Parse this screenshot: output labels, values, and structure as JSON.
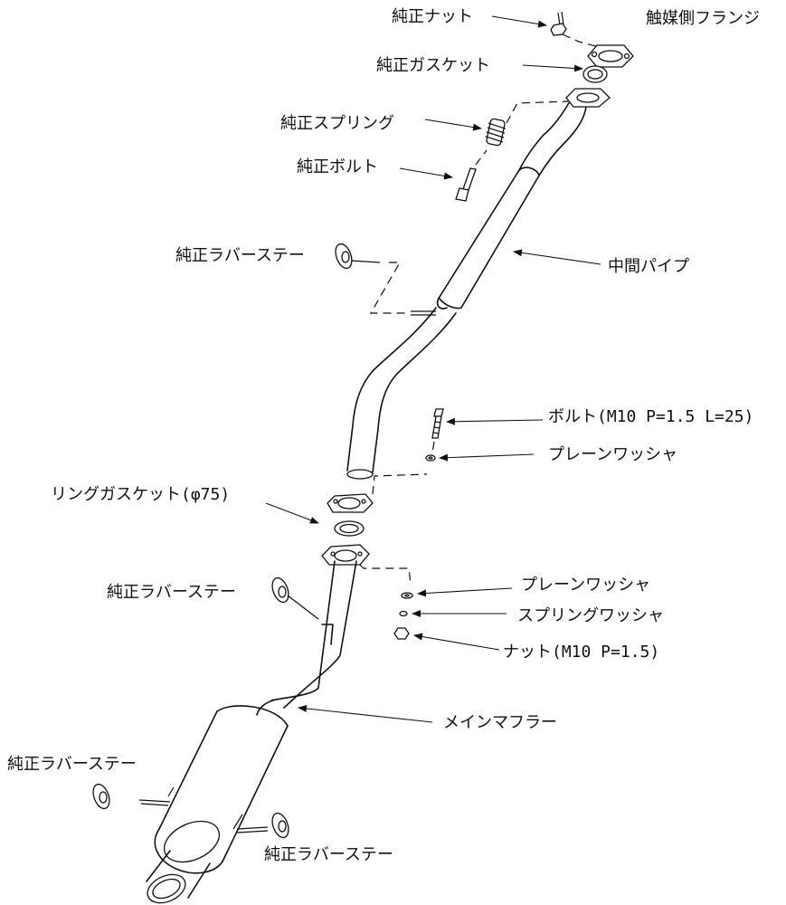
{
  "labels": {
    "oem_nut": "純正ナット",
    "cat_flange": "触媒側フランジ",
    "oem_gasket": "純正ガスケット",
    "oem_spring": "純正スプリング",
    "oem_bolt": "純正ボルト",
    "oem_rubber_stay_1": "純正ラバーステー",
    "center_pipe": "中間パイプ",
    "bolt_spec": "ボルト(M10 P=1.5 L=25)",
    "plain_washer_1": "プレーンワッシャ",
    "ring_gasket": "リングガスケット(φ75)",
    "oem_rubber_stay_2": "純正ラバーステー",
    "plain_washer_2": "プレーンワッシャ",
    "spring_washer": "スプリングワッシャ",
    "nut_spec": "ナット(M10 P=1.5)",
    "main_muffler": "メインマフラー",
    "oem_rubber_stay_3": "純正ラバーステー",
    "oem_rubber_stay_4": "純正ラバーステー"
  }
}
